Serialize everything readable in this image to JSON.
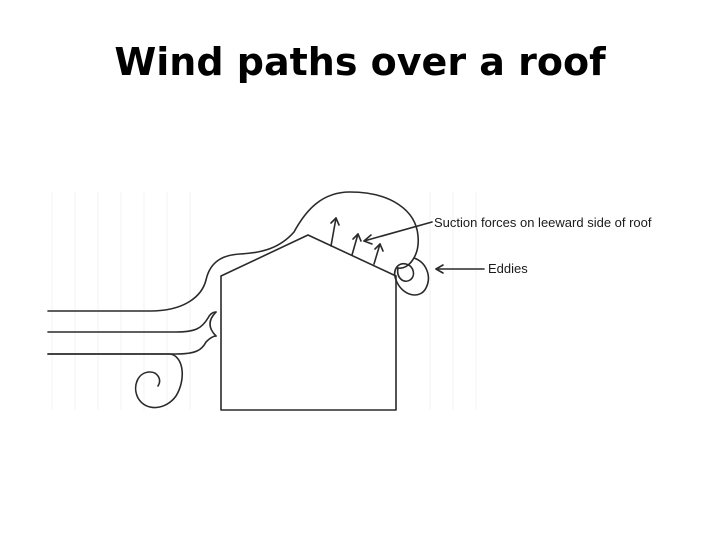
{
  "title": "Wind paths over a roof",
  "labels": {
    "suction": "Suction forces on leeward side of roof",
    "eddies": "Eddies"
  },
  "colors": {
    "background": "#ffffff",
    "line": "#2a2a2a",
    "text": "#1a1a1a"
  }
}
